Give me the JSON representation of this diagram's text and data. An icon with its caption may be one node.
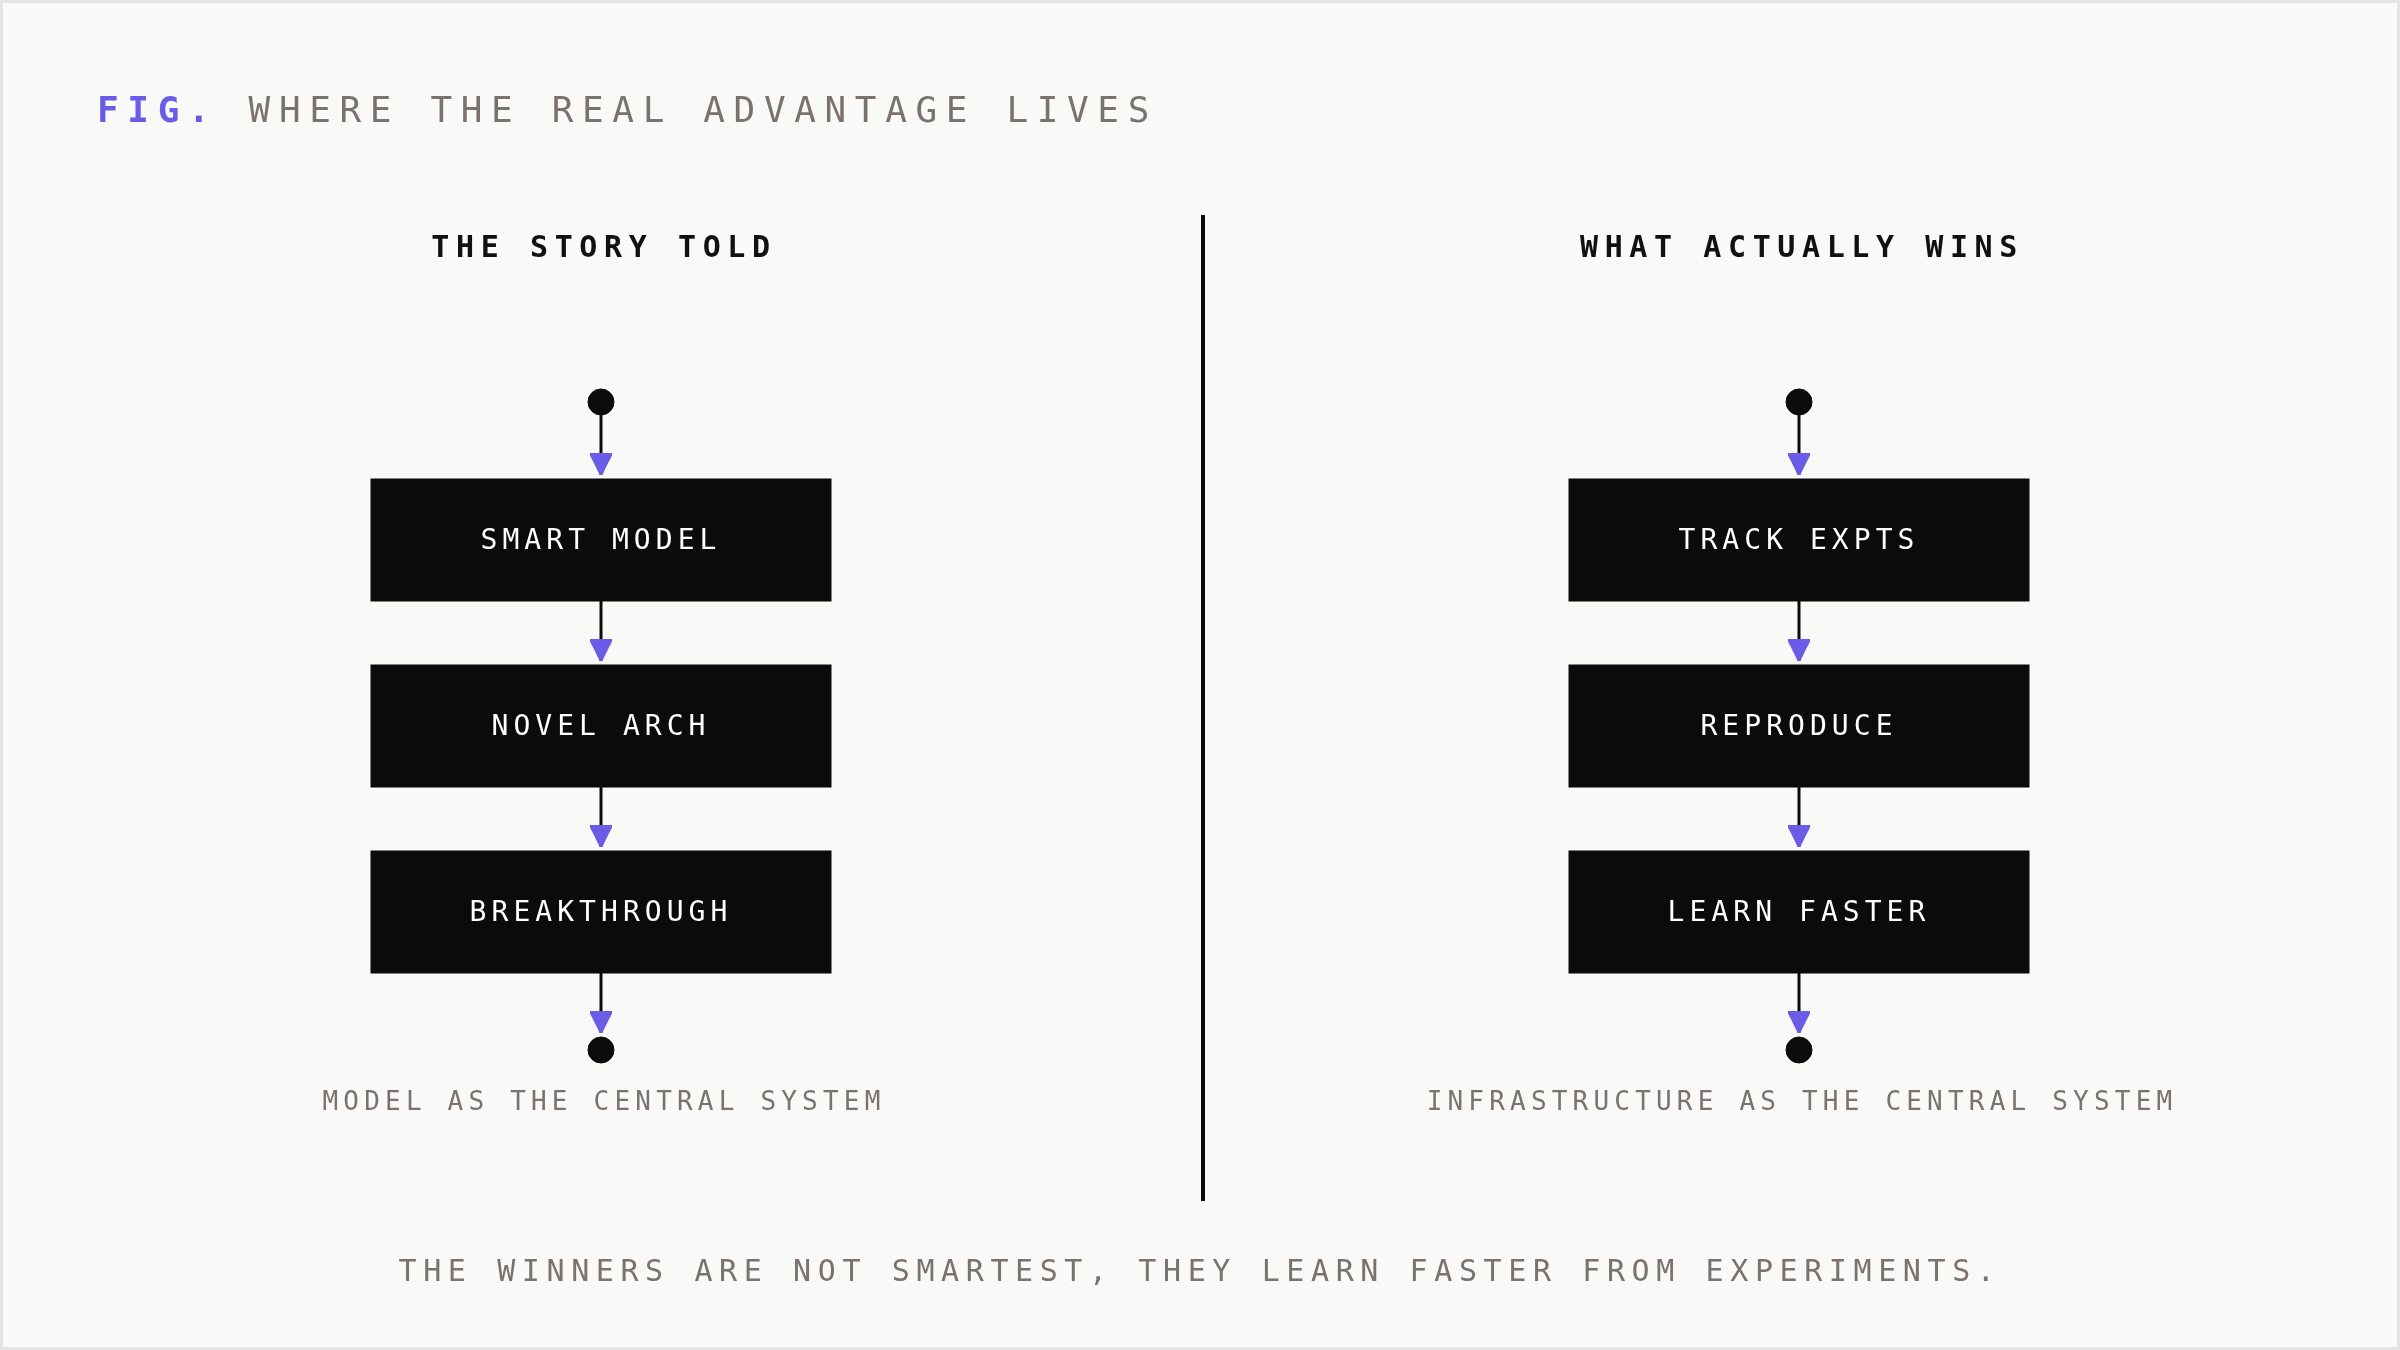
{
  "diagram": {
    "title": "FIG. WHERE THE REAL ADVANTAGE LIVES",
    "caption": "THE WINNERS ARE NOT SMARTEST, THEY LEARN FASTER FROM EXPERIMENTS.",
    "nodes": [
      {
        "text": [],
        "shape": "circle"
      },
      {
        "text": [
          "SMART MODEL"
        ]
      },
      {
        "text": [
          "NOVEL ARCH"
        ]
      },
      {
        "text": [
          "BREAKTHROUGH"
        ]
      },
      {
        "text": [],
        "shape": "circle"
      },
      {
        "text": [],
        "shape": "circle"
      },
      {
        "text": [
          "TRACK EXPTS"
        ]
      },
      {
        "text": [
          "REPRODUCE"
        ]
      },
      {
        "text": [
          "LEARN FASTER"
        ]
      },
      {
        "text": [],
        "shape": "circle"
      }
    ],
    "edges": [
      {
        "from": 0,
        "to": 1,
        "arrow": "to"
      },
      {
        "from": 1,
        "to": 2,
        "arrow": "to"
      },
      {
        "from": 2,
        "to": 3,
        "arrow": "to"
      },
      {
        "from": 3,
        "to": 4,
        "arrow": "to"
      },
      {
        "from": 5,
        "to": 6,
        "arrow": "to"
      },
      {
        "from": 6,
        "to": 7,
        "arrow": "to"
      },
      {
        "from": 7,
        "to": 8,
        "arrow": "to"
      },
      {
        "from": 8,
        "to": 9,
        "arrow": "to"
      }
    ],
    "labels": [
      "THE STORY TOLD",
      "WHAT ACTUALLY WINS",
      "MODEL AS THE CENTRAL SYSTEM",
      "INFRASTRUCTURE AS THE CENTRAL SYSTEM"
    ]
  }
}
